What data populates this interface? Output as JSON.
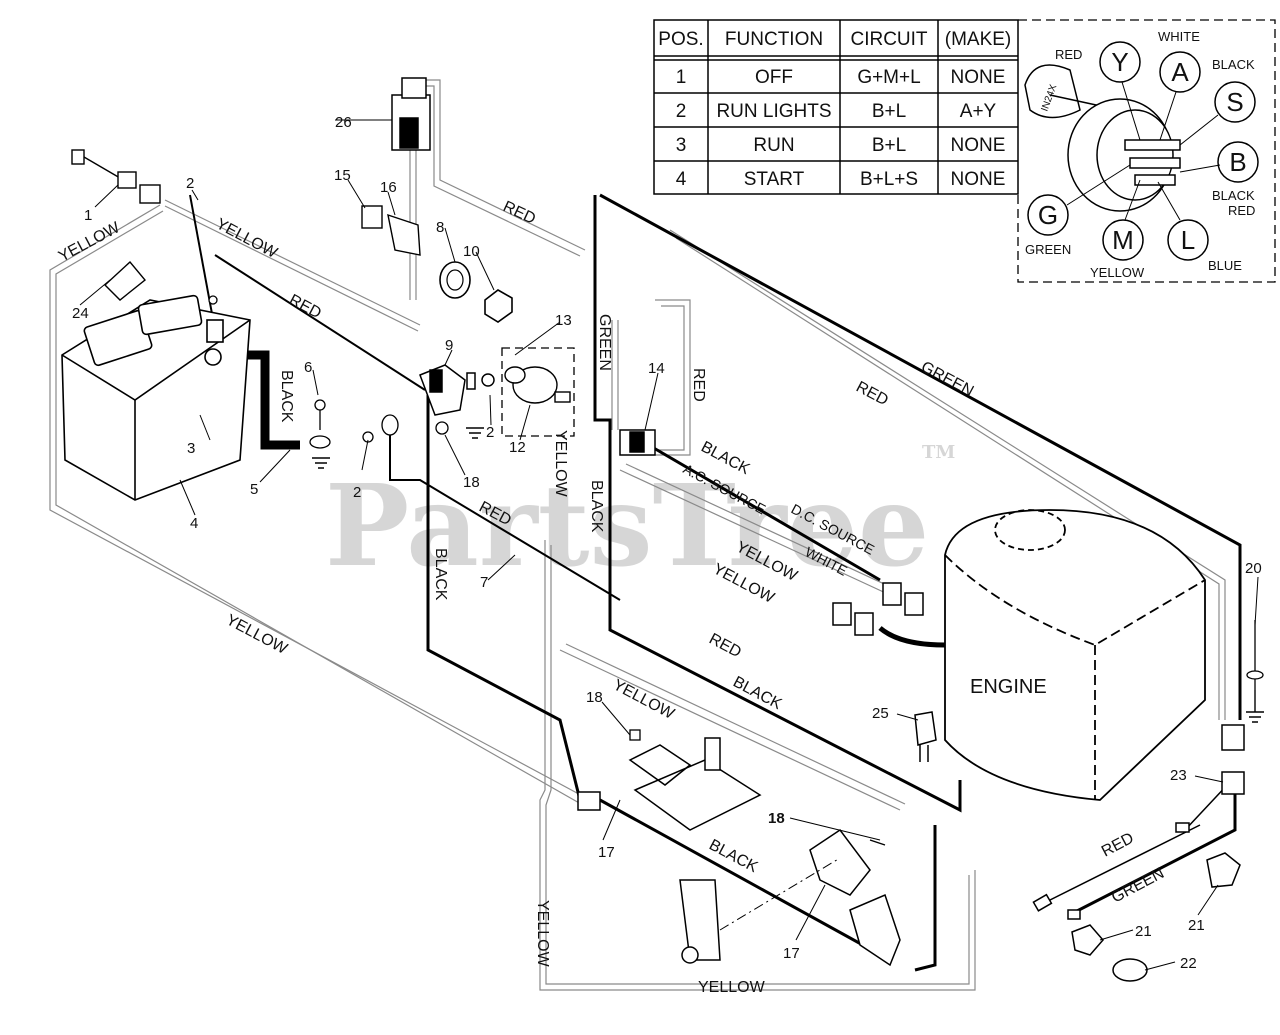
{
  "watermark": {
    "text": "PartsTree",
    "tm": "TM"
  },
  "switch_table": {
    "headers": [
      "POS.",
      "FUNCTION",
      "CIRCUIT",
      "(MAKE)"
    ],
    "rows": [
      [
        "1",
        "OFF",
        "G+M+L",
        "NONE"
      ],
      [
        "2",
        "RUN LIGHTS",
        "B+L",
        "A+Y"
      ],
      [
        "3",
        "RUN",
        "B+L",
        "NONE"
      ],
      [
        "4",
        "START",
        "B+L+S",
        "NONE"
      ]
    ]
  },
  "terminal_legend": {
    "terminals": {
      "Y": {
        "letter": "Y",
        "color": "RED"
      },
      "A": {
        "letter": "A",
        "color": "WHITE"
      },
      "S": {
        "letter": "S",
        "color": "BLACK"
      },
      "B": {
        "letter": "B",
        "color": "BLACK",
        "color2": "RED"
      },
      "G": {
        "letter": "G",
        "color": "GREEN"
      },
      "M": {
        "letter": "M",
        "color": "YELLOW"
      },
      "L": {
        "letter": "L",
        "color": "BLUE"
      }
    },
    "key_text": "IN24X"
  },
  "wire_labels": {
    "yellow": "YELLOW",
    "red": "RED",
    "black": "BLACK",
    "green": "GREEN",
    "white": "WHITE",
    "ac_source": "A.C. SOURCE",
    "dc_source": "D.C. SOURCE"
  },
  "engine_label": "ENGINE",
  "part_numbers": [
    "1",
    "2",
    "3",
    "4",
    "5",
    "6",
    "7",
    "8",
    "9",
    "10",
    "12",
    "13",
    "14",
    "15",
    "16",
    "17",
    "18",
    "20",
    "21",
    "22",
    "23",
    "24",
    "25",
    "26"
  ]
}
